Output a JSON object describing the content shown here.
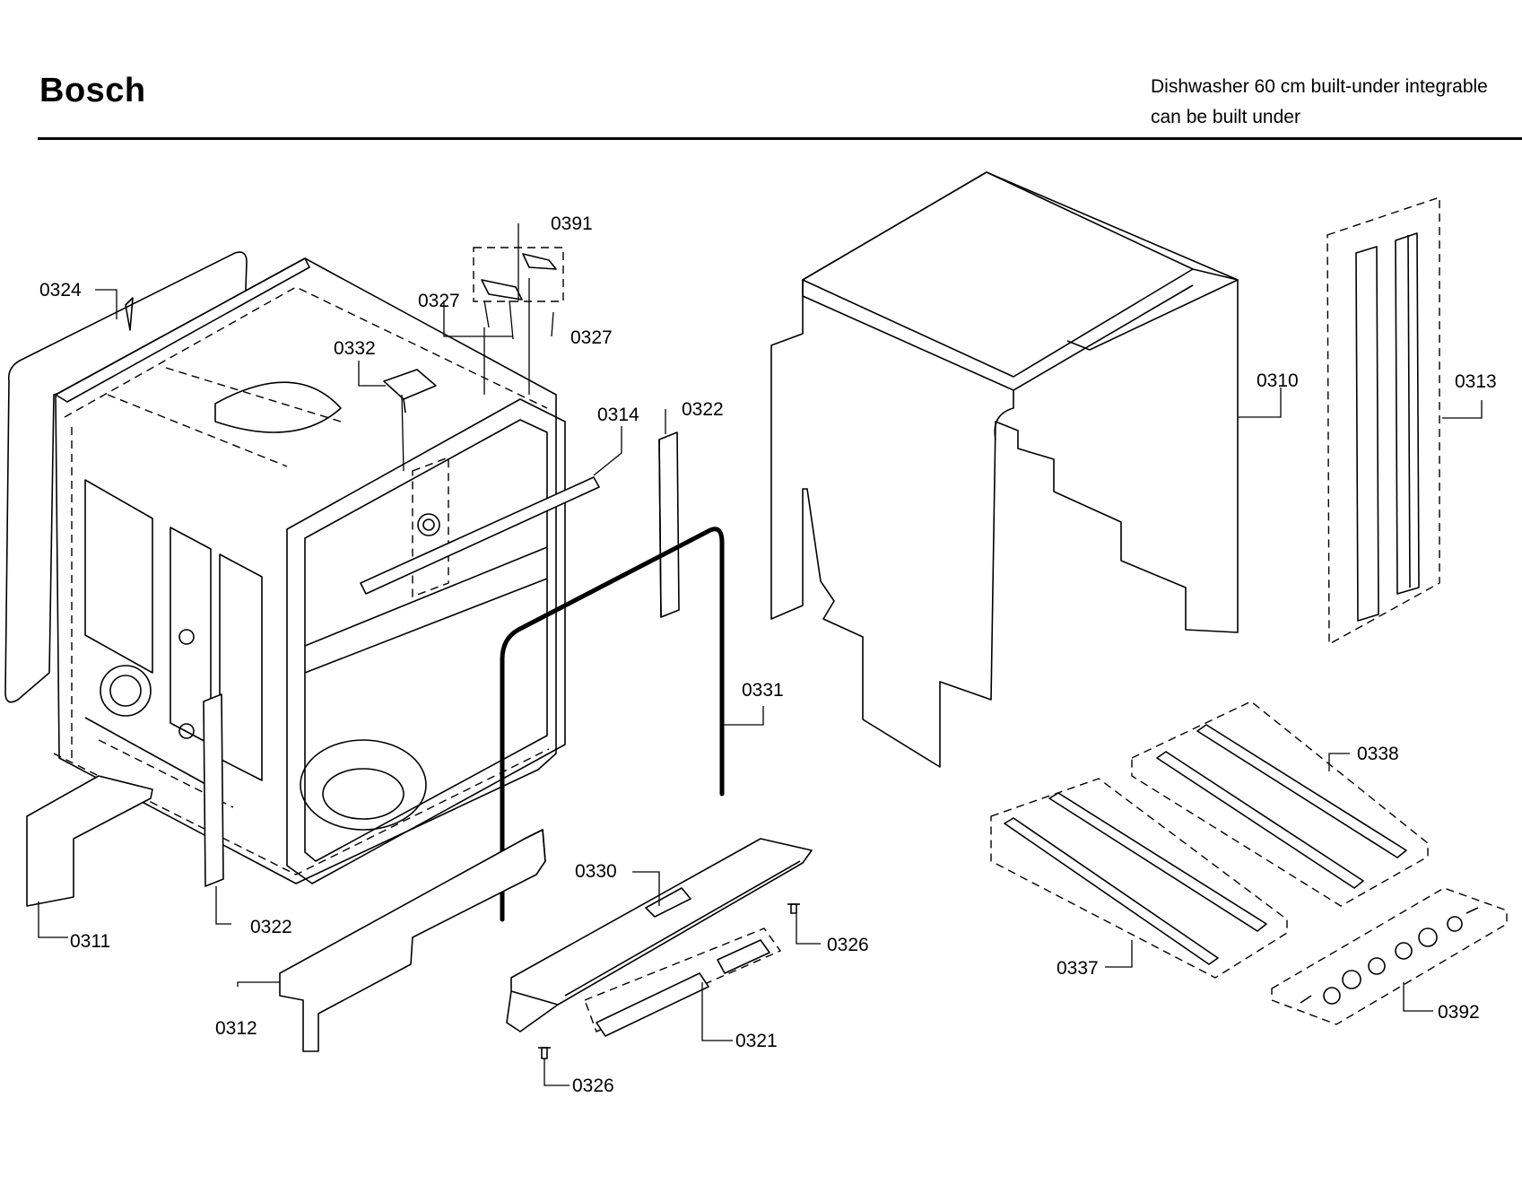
{
  "header": {
    "brand": "Bosch",
    "subtitle_line1": "Dishwasher 60 cm built-under integrable",
    "subtitle_line2": "can be built under"
  },
  "callouts": {
    "c0391": "0391",
    "c0324": "0324",
    "c0327a": "0327",
    "c0327b": "0327",
    "c0332": "0332",
    "c0314": "0314",
    "c0322a": "0322",
    "c0322b": "0322",
    "c0310": "0310",
    "c0313": "0313",
    "c0331": "0331",
    "c0338": "0338",
    "c0330": "0330",
    "c0326a": "0326",
    "c0326b": "0326",
    "c0311": "0311",
    "c0312": "0312",
    "c0321": "0321",
    "c0337": "0337",
    "c0392": "0392"
  }
}
